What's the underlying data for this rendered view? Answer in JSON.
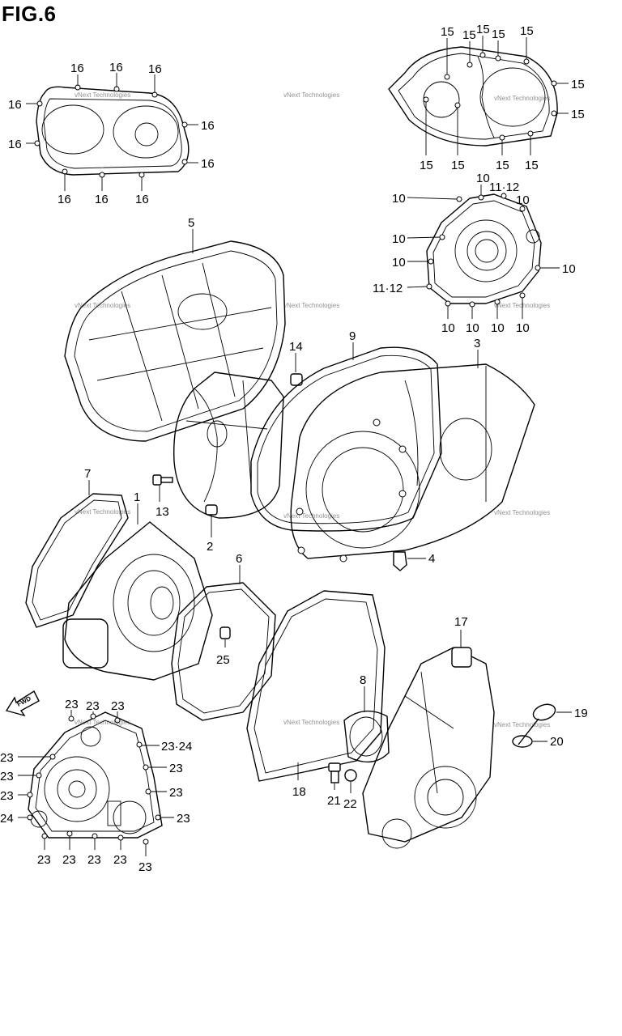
{
  "figure": {
    "title": "FIG.6"
  },
  "watermark": {
    "text": "vNext Technologies"
  },
  "icons": {
    "direction": "fwd-arrow-icon",
    "direction_label": "FWD"
  },
  "labels": {
    "l1": "1",
    "l2": "2",
    "l3": "3",
    "l4": "4",
    "l5": "5",
    "l6": "6",
    "l7": "7",
    "l8": "8",
    "l9": "9",
    "l10": "10",
    "l11_12": "11·12",
    "l13": "13",
    "l14": "14",
    "l15": "15",
    "l16": "16",
    "l17": "17",
    "l18": "18",
    "l19": "19",
    "l20": "20",
    "l21": "21",
    "l22": "22",
    "l23": "23",
    "l23_24": "23·24",
    "l24": "24",
    "l25": "25"
  }
}
